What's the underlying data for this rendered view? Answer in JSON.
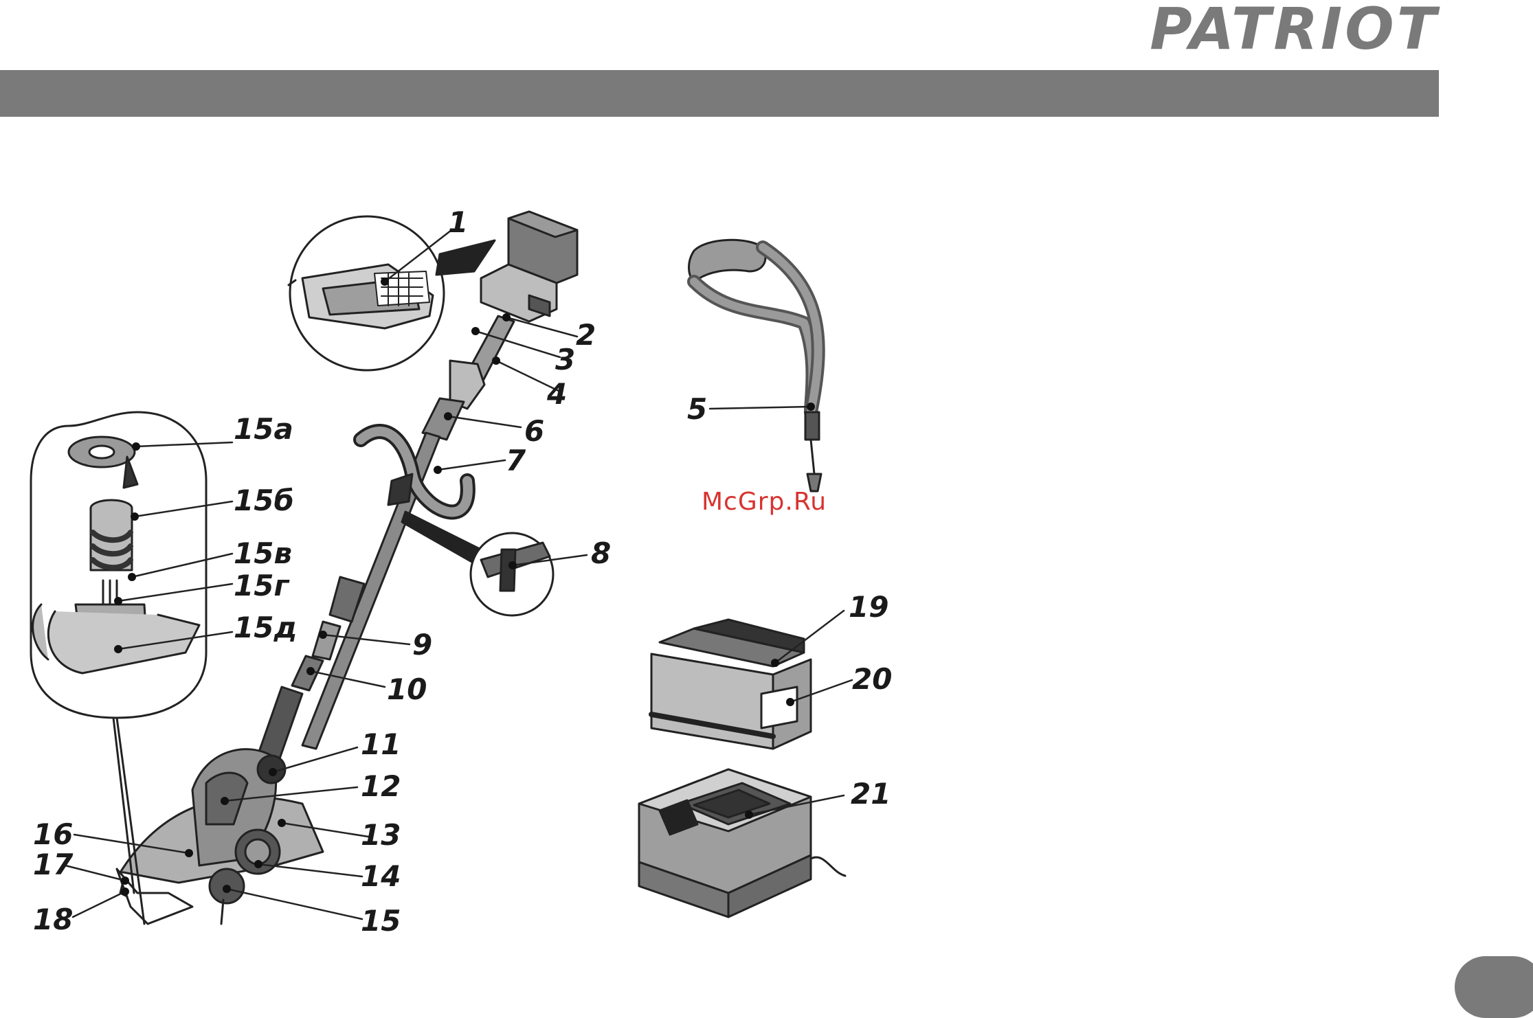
{
  "brand": {
    "logo_text": "PATRIOT",
    "band_color": "#7b7a7a"
  },
  "watermark": {
    "text": "McGrp.Ru",
    "color": "#d8332f"
  },
  "callouts": [
    "1",
    "2",
    "3",
    "4",
    "5",
    "6",
    "7",
    "8",
    "9",
    "10",
    "11",
    "12",
    "13",
    "14",
    "15",
    "16",
    "17",
    "18",
    "19",
    "20",
    "21"
  ],
  "spool_callouts": [
    "15а",
    "15б",
    "15в",
    "15г",
    "15д"
  ],
  "parts": {
    "trimmer": "string-trimmer",
    "strap": "shoulder-strap",
    "battery": "battery-pack",
    "charger": "battery-charger"
  }
}
